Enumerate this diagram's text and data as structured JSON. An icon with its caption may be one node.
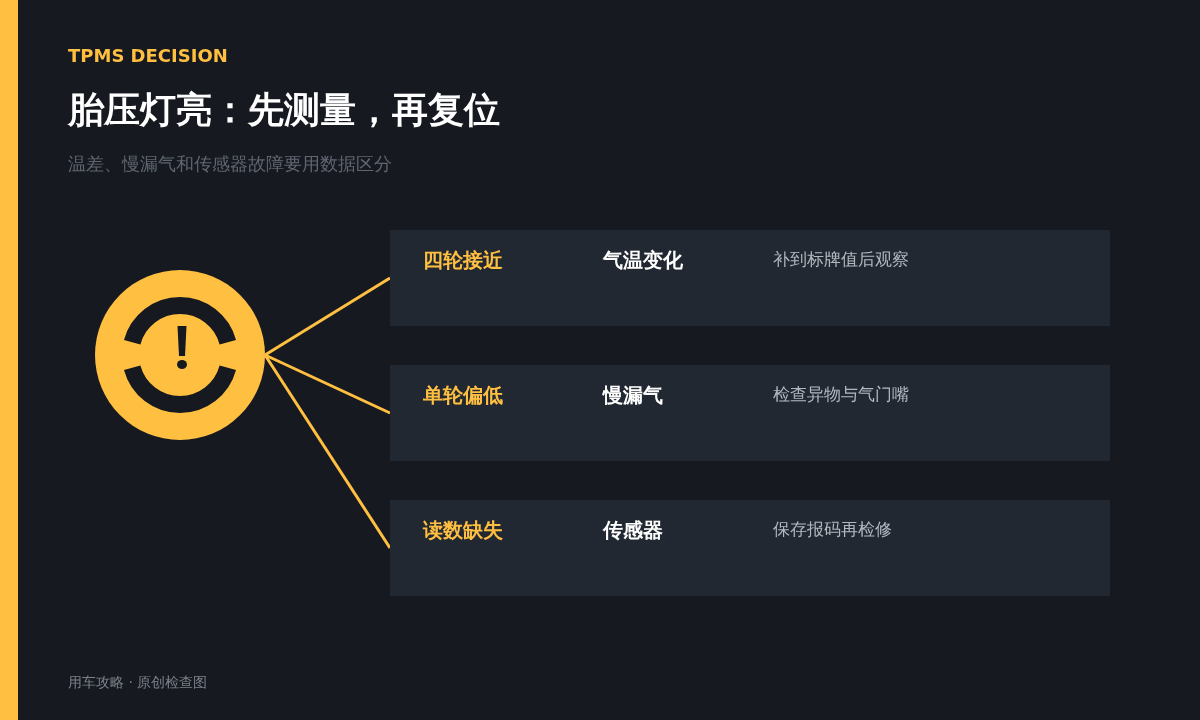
{
  "diagram": {
    "title": "胎压灯亮：先测量，再复位",
    "nodes": [
      {
        "text": [],
        "shape": "picture"
      },
      {
        "text": [
          "四轮接近",
          "气温变化",
          "补到标牌值后观察"
        ]
      },
      {
        "text": [
          "单轮偏低",
          "慢漏气",
          "检查异物与气门嘴"
        ]
      },
      {
        "text": [
          "读数缺失",
          "传感器",
          "保存报码再检修"
        ]
      }
    ],
    "edges": [
      {
        "from": 0,
        "to": 1,
        "arrow": "none"
      },
      {
        "from": 0,
        "to": 2,
        "arrow": "none"
      },
      {
        "from": 0,
        "to": 3,
        "arrow": "none"
      }
    ],
    "labels": [
      "TPMS DECISION",
      "温差、慢漏气和传感器故障要用数据区分",
      "用车攻略 · 原创检查图"
    ]
  }
}
